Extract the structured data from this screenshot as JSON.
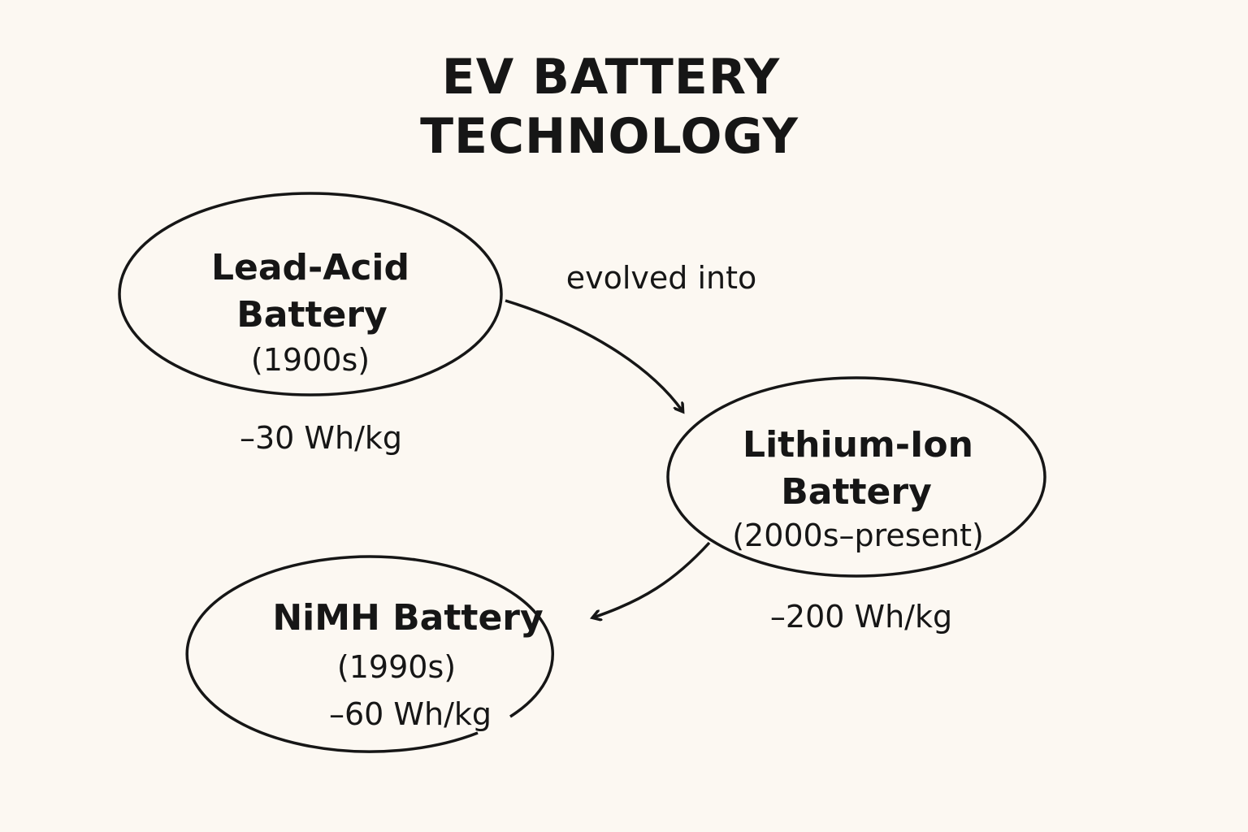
{
  "title": {
    "line1": "EV BATTERY",
    "line2": "TECHNOLOGY"
  },
  "nodes": {
    "lead_acid": {
      "name_line1": "Lead-Acid",
      "name_line2": "Battery",
      "era": "(1900s)",
      "energy_density": "–30 Wh/kg"
    },
    "lithium_ion": {
      "name_line1": "Lithium-Ion",
      "name_line2": "Battery",
      "era": "(2000s–present)",
      "energy_density": "–200 Wh/kg"
    },
    "nimh": {
      "name_line1": "NiMH Battery",
      "era": "(1990s)",
      "energy_density": "–60 Wh/kg"
    }
  },
  "edges": {
    "lead_to_lithium": {
      "label": "evolved into"
    },
    "lithium_to_nimh": {
      "label": ""
    }
  }
}
